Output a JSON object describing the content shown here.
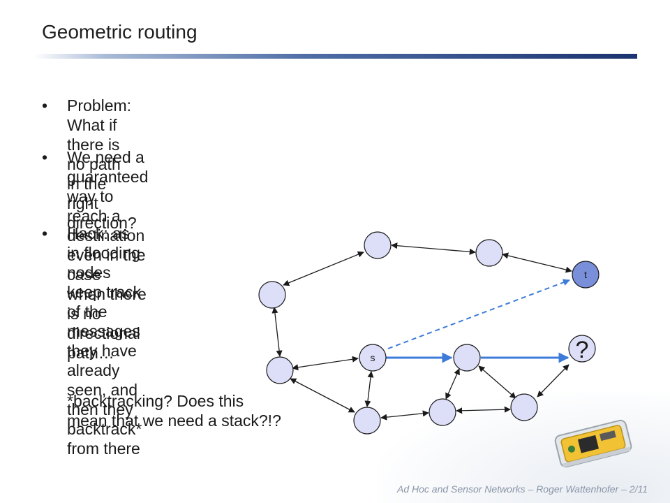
{
  "slide": {
    "title": "Geometric routing",
    "bullet_char": "•",
    "bullets": [
      "Problem: What if there is no path in the right direction?",
      "We need a guaranteed way to reach a destination even in the case\nwhen there is no directional path…",
      "Hack: as in flooding\nnodes keep track\nof the messages\nthey have already\nseen, and then they\nbacktrack* from there"
    ],
    "note": "*backtracking? Does this\nmean that we need a stack?!?",
    "footer": "Ad Hoc and Sensor Networks   –   Roger Wattenhofer   –   2/11"
  },
  "graph": {
    "node_label_s": "s",
    "node_label_t": "t",
    "unknown_mark": "?",
    "colors": {
      "node_fill": "#dcdff7",
      "node_stroke": "#1a1a1a",
      "edge": "#1a1a1a",
      "highlight_edge": "#3d7bd9",
      "dashed_edge": "#3d7bd9",
      "t_fill": "#7a8fd9"
    }
  }
}
